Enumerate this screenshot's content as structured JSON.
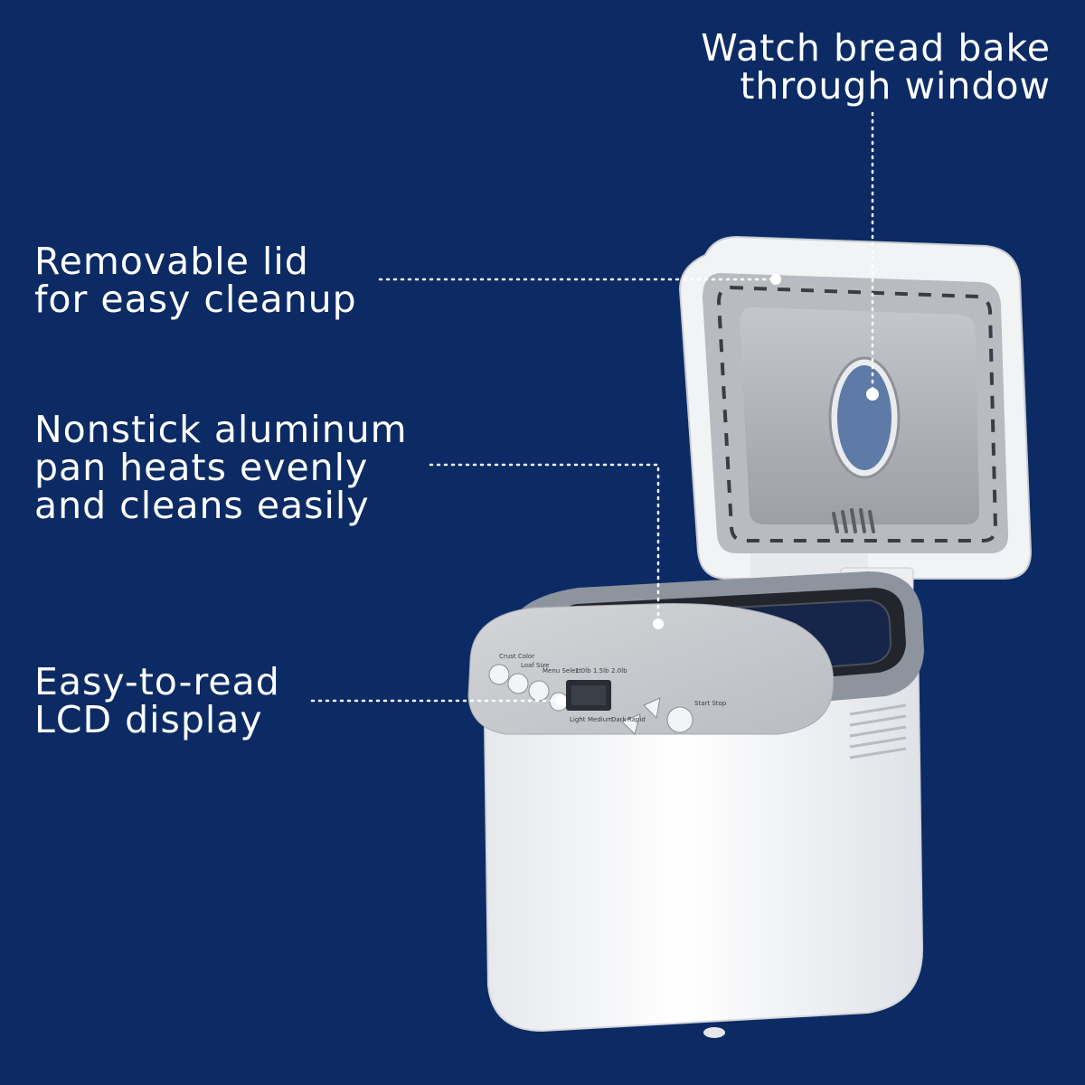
{
  "callouts": {
    "window": {
      "line1": "Watch bread bake",
      "line2": "through window"
    },
    "lid": {
      "line1": "Removable lid",
      "line2": "for easy cleanup"
    },
    "pan": {
      "line1": "Nonstick aluminum",
      "line2": "pan heats evenly",
      "line3": "and cleans easily"
    },
    "lcd": {
      "line1": "Easy-to-read",
      "line2": "LCD display"
    }
  },
  "panel_labels": {
    "crust_color": "Crust Color",
    "loaf_size": "Loaf Size",
    "menu_select": "Menu Select",
    "start_stop": "Start Stop",
    "weights": [
      "1.0lb",
      "1.5lb",
      "2.0lb"
    ],
    "crust_shades": [
      "Light",
      "Medium",
      "Dark",
      "Rapid"
    ]
  },
  "colors": {
    "background": "#0c2b64",
    "callout_text": "#ffffff",
    "body": "#f4f5f7",
    "panel_gray": "#c9cbcf",
    "pan_inner": "#a9acb1",
    "window_glass": "#5e7aa6"
  }
}
